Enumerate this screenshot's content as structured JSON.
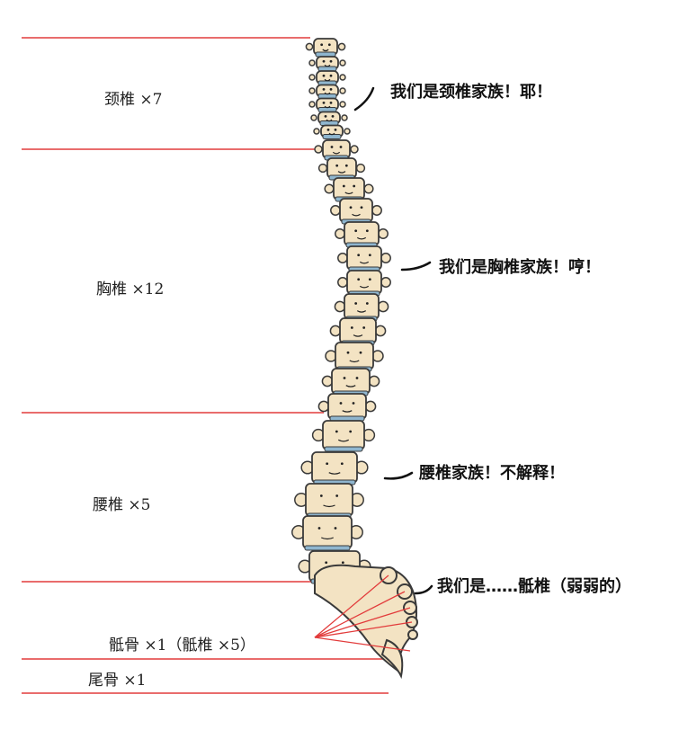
{
  "regions": [
    {
      "id": "cervical",
      "label": "颈椎 ×7"
    },
    {
      "id": "thoracic",
      "label": "胸椎 ×12"
    },
    {
      "id": "lumbar",
      "label": "腰椎 ×5"
    },
    {
      "id": "sacrum",
      "label": "骶骨 ×1（骶椎 ×5）"
    },
    {
      "id": "coccyx",
      "label": "尾骨 ×1"
    }
  ],
  "speech": [
    {
      "id": "cervical",
      "text": "我们是颈椎家族！耶！"
    },
    {
      "id": "thoracic",
      "text": "我们是胸椎家族！哼！"
    },
    {
      "id": "lumbar",
      "text": "腰椎家族！不解释！"
    },
    {
      "id": "sacral",
      "text": "我们是……骶椎（弱弱的）"
    }
  ],
  "colors": {
    "divider_line": "#e23b3b",
    "bone": "#f3e3c3",
    "bone_outline": "#3a3a3a",
    "disc": "#8fb6cf",
    "text": "#222222"
  }
}
